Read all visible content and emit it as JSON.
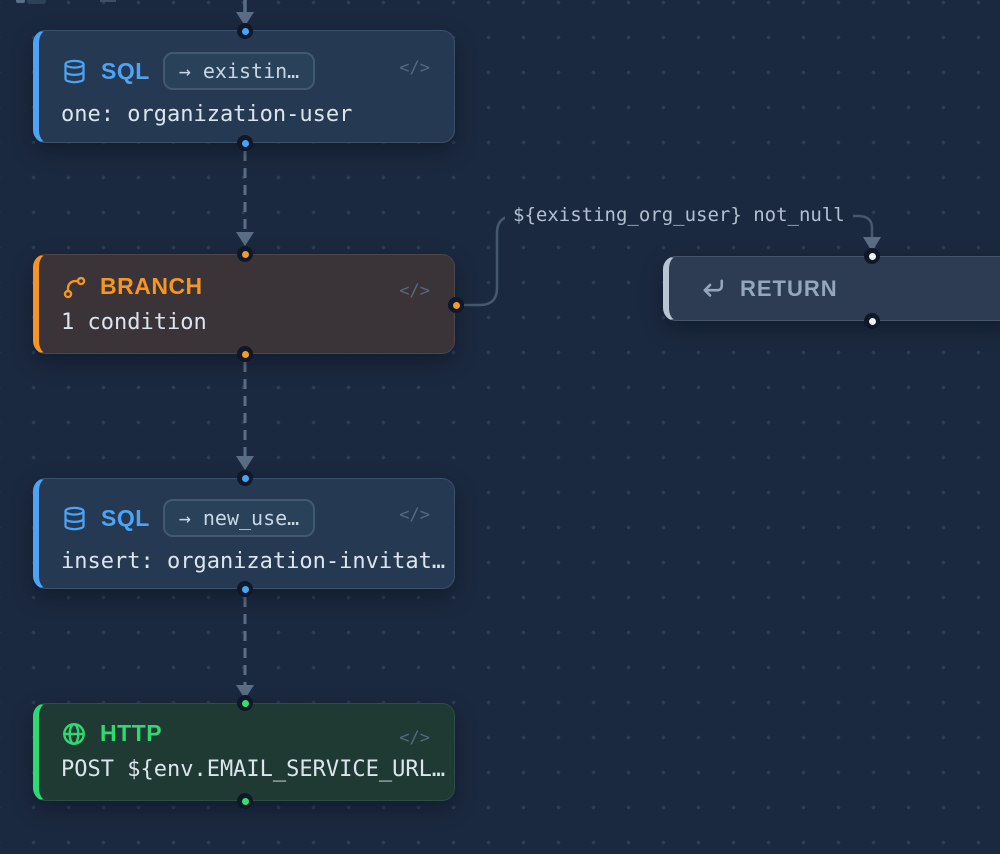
{
  "canvas": {
    "background_color": "#1b2940",
    "grid_dot_color": "rgba(130,155,190,0.17)"
  },
  "icons": {
    "code_label": "</>",
    "database_icon": "database-icon",
    "branch_icon": "git-branch-icon",
    "globe_icon": "globe-icon",
    "return_icon": "corner-down-left-icon"
  },
  "nodes": {
    "sql1": {
      "label": "SQL",
      "badge": "→ existin…",
      "body": "one: organization-user",
      "accent": "#4da3f5"
    },
    "branch": {
      "label": "BRANCH",
      "body": "1 condition",
      "accent": "#f6951f"
    },
    "sql2": {
      "label": "SQL",
      "badge": "→ new_use…",
      "body": "insert: organization-invitat…",
      "accent": "#4da3f5"
    },
    "http": {
      "label": "HTTP",
      "body": "POST ${env.EMAIL_SERVICE_URL…",
      "accent": "#2bdb6f"
    },
    "return": {
      "label": "RETURN",
      "accent": "#b7c4d4"
    }
  },
  "edges": {
    "branch_to_return": {
      "label": "${existing_org_user} not_null",
      "line_color": "#46586e"
    },
    "connector_color": "#5b6d85"
  }
}
